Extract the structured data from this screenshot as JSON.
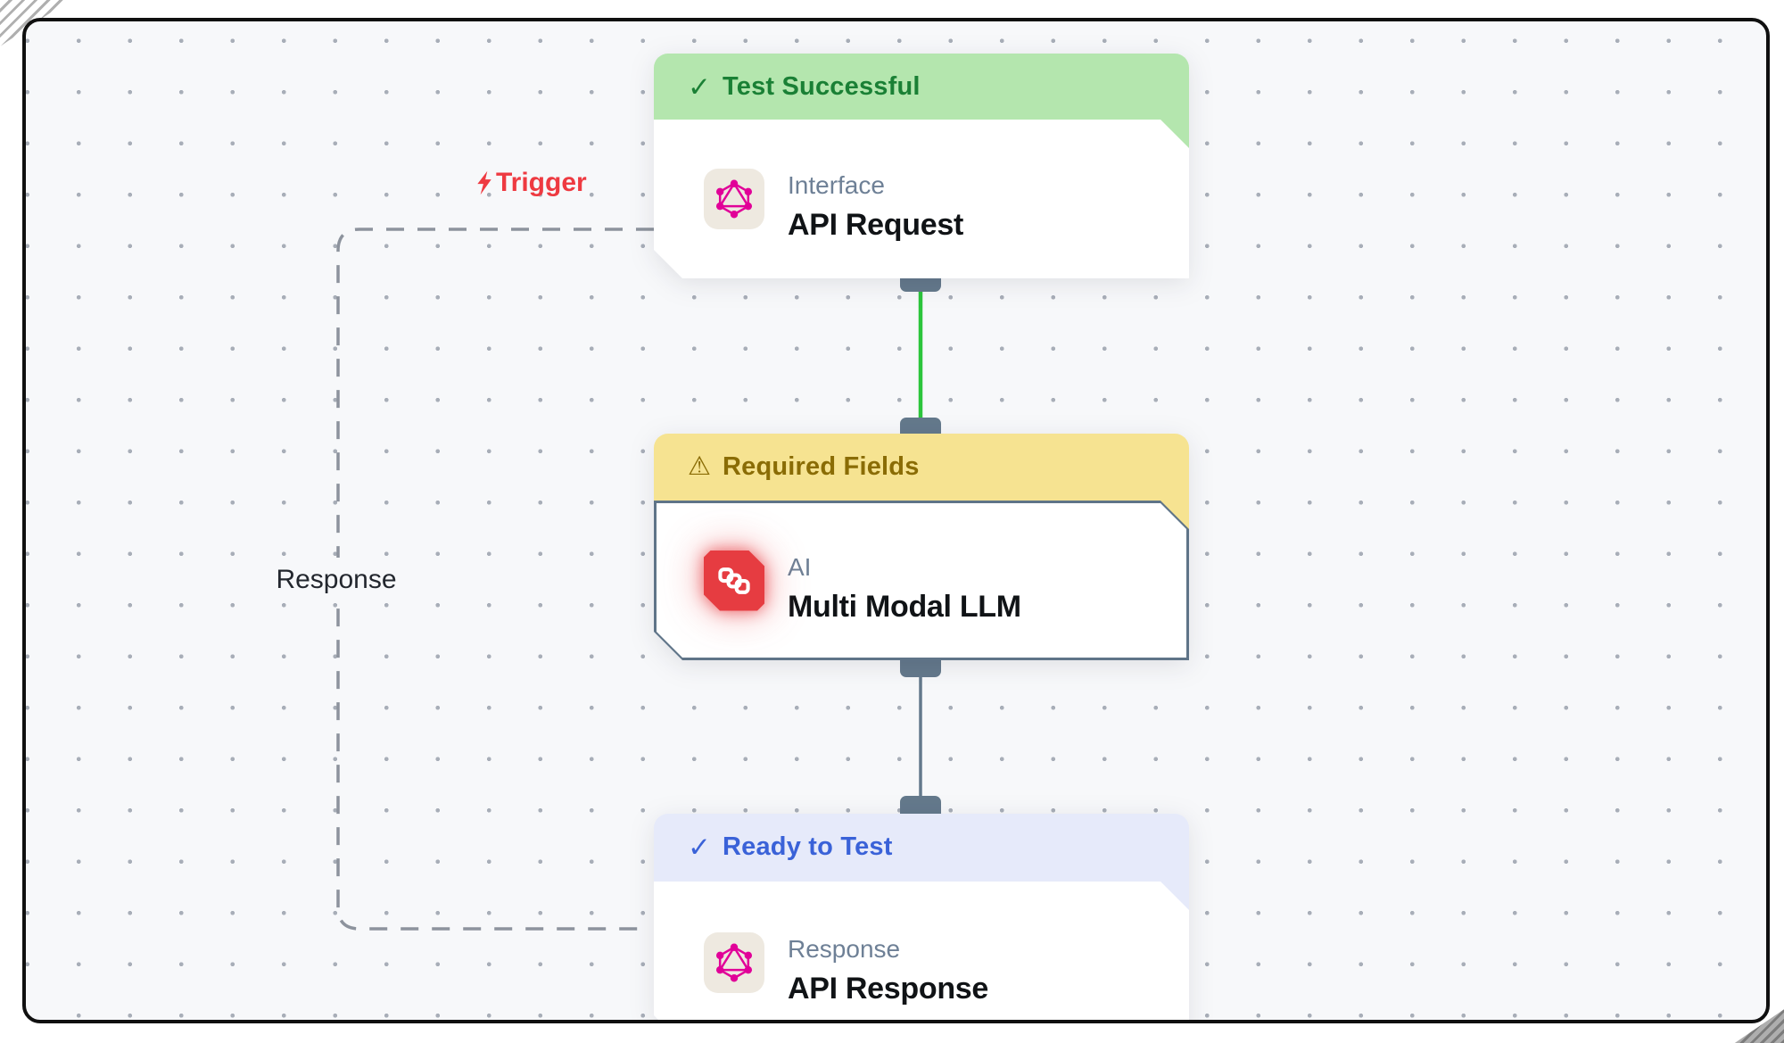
{
  "edge_labels": {
    "trigger": "Trigger",
    "response": "Response"
  },
  "nodes": [
    {
      "status": {
        "icon": "check-icon",
        "glyph": "✓",
        "label": "Test Successful"
      },
      "category": "Interface",
      "title": "API Request",
      "icon": "graphql-icon"
    },
    {
      "status": {
        "icon": "warning-icon",
        "glyph": "⚠",
        "label": "Required Fields"
      },
      "category": "AI",
      "title": "Multi Modal LLM",
      "icon": "chain-link-icon"
    },
    {
      "status": {
        "icon": "check-icon",
        "glyph": "✓",
        "label": "Ready to Test"
      },
      "category": "Response",
      "title": "API Response",
      "icon": "graphql-icon"
    }
  ],
  "edges": [
    {
      "from": "API Request",
      "to": "Multi Modal LLM",
      "style": "solid",
      "color": "#2cc53c"
    },
    {
      "from": "Multi Modal LLM",
      "to": "API Response",
      "style": "solid",
      "color": "#64798c"
    },
    {
      "from": "API Response",
      "to": "API Request",
      "style": "dashed",
      "labels": [
        "Trigger",
        "Response"
      ]
    }
  ],
  "colors": {
    "status_success_bg": "#b4e6ae",
    "status_success_text": "#1a8035",
    "status_warning_bg": "#f6e391",
    "status_warning_text": "#8a6c05",
    "status_ready_bg": "#e6eafa",
    "status_ready_text": "#3a62d8",
    "edge_success": "#2cc53c",
    "edge_default": "#64798c",
    "edge_dashed": "#8d939d",
    "trigger_red": "#ee3a41",
    "graphql_pink": "#e10098",
    "ai_tile_red": "#e63c41",
    "canvas_bg": "#f7f8fa",
    "node_border": "#5f7488"
  }
}
